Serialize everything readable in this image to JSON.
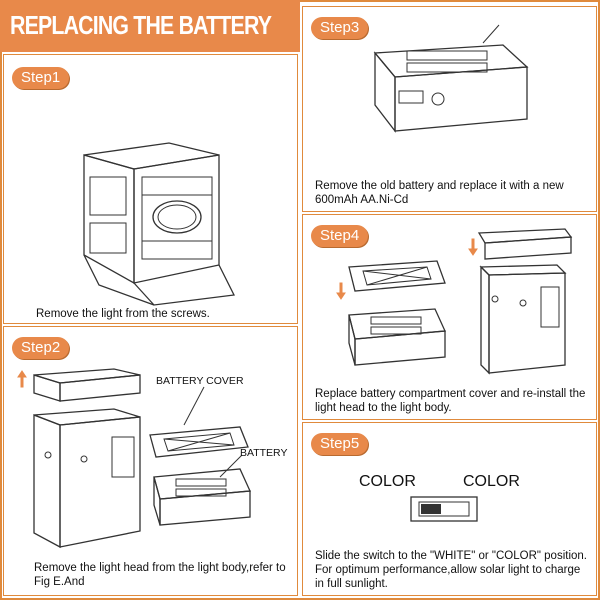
{
  "title": "REPLACING THE BATTERY",
  "steps": {
    "step1": {
      "badge": "Step1",
      "caption": "Remove the light from the screws."
    },
    "step2": {
      "badge": "Step2",
      "caption": "Remove the light head from the light body,refer to Fig E.And",
      "battery_cover_label": "BATTERY COVER",
      "battery_label": "BATTERY"
    },
    "step3": {
      "badge": "Step3",
      "caption": "Remove the old battery and replace it with a new 600mAh AA.Ni-Cd"
    },
    "step4": {
      "badge": "Step4",
      "caption": "Replace battery compartment cover and re-install the light head to the light body."
    },
    "step5": {
      "badge": "Step5",
      "caption": "Slide the switch to the \"WHITE\" or \"COLOR\" position. For optimum performance,allow solar light to charge in full sunlight.",
      "left_label": "COLOR",
      "right_label": "COLOR"
    }
  },
  "colors": {
    "accent": "#e8894a",
    "border": "#e08a3c"
  }
}
